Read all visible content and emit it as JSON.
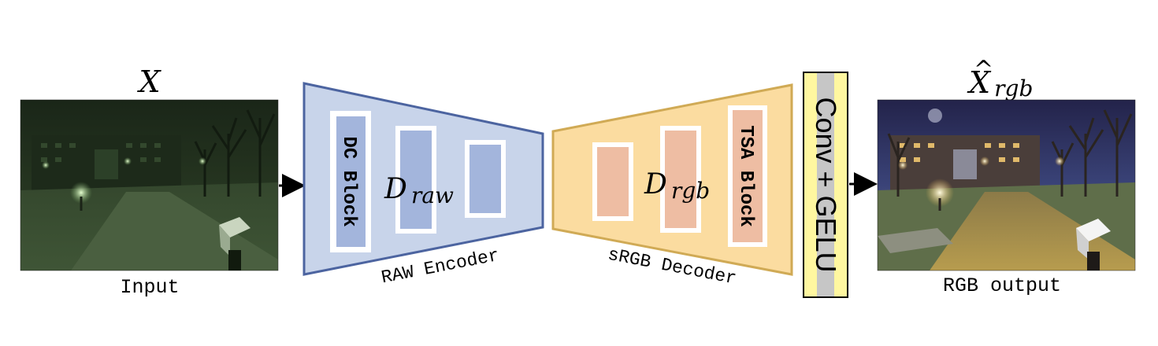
{
  "input": {
    "symbol": "X",
    "caption": "Input"
  },
  "output": {
    "symbol_main": "X",
    "symbol_hat": "^",
    "symbol_sub": "rgb",
    "caption": "RGB output"
  },
  "encoder": {
    "caption": "RAW Encoder",
    "block_label": "DC Block",
    "symbol_main": "D",
    "symbol_sub": "raw"
  },
  "decoder": {
    "caption": "sRGB Decoder",
    "block_label": "TSA Block",
    "symbol_main": "D",
    "symbol_sub": "rgb"
  },
  "head": {
    "label": "Conv + GELU"
  },
  "colors": {
    "encoder_fill": "#c8d4ea",
    "encoder_stroke": "#4c64a0",
    "encoder_block": "#a3b5dc",
    "decoder_fill": "#fbdca0",
    "decoder_stroke": "#d0aa55",
    "decoder_block": "#eebda3",
    "head_fill": "#fff7a0",
    "head_core": "#c6c6c6"
  }
}
